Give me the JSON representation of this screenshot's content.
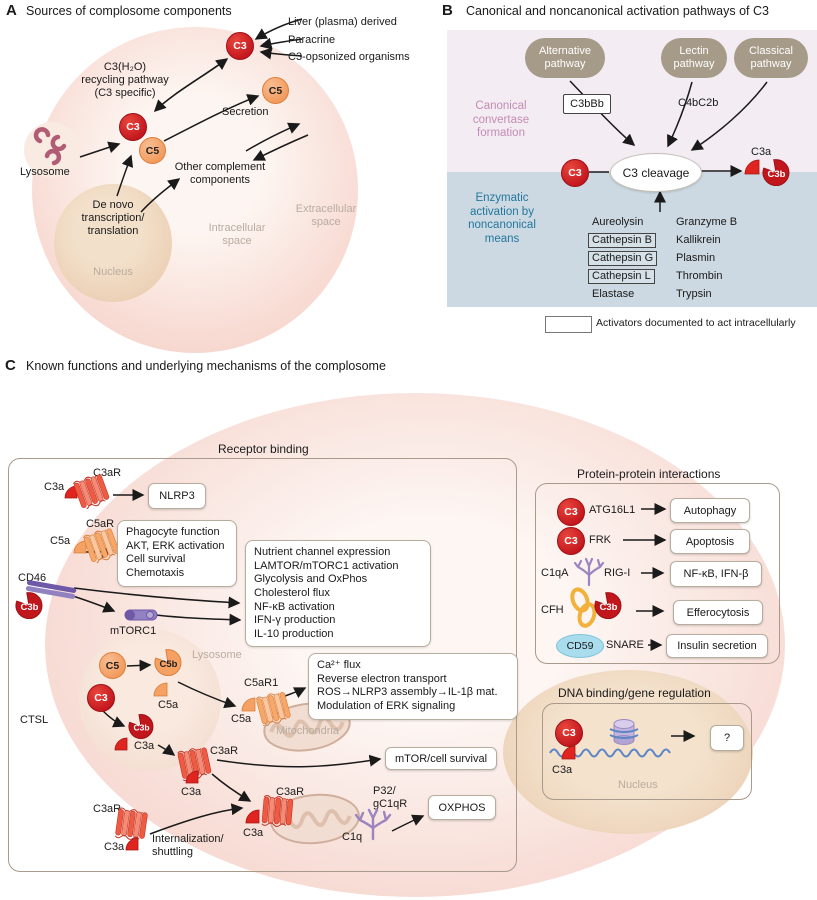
{
  "colors": {
    "red": "#c2161d",
    "orange": "#f29a5c",
    "purple": "#7b64ad",
    "teal": "#23779c",
    "mauve": "#c48cb4",
    "pathway_oval": "#a69a88",
    "blue_panel": "#cdd9e2",
    "pink_panel": "#f3ecf2",
    "yellow": "#f1b13a",
    "cd59_blue": "#a9dded",
    "dna_blue": "#5b86c5",
    "cell_pink": "#f2cbc2",
    "nucleus_tan": "#e8cbae"
  },
  "mol": {
    "c3": "C3",
    "c5": "C5",
    "c3a": "C3a",
    "c3b": "C3b",
    "c5a": "C5a",
    "c5b": "C5b"
  },
  "panelA": {
    "tag": "A",
    "title": "Sources of complosome components",
    "liver": "Liver (plasma) derived",
    "paracrine": "Paracrine",
    "opsonized": "C3-opsonized organisms",
    "recycling": "C3(H₂O)\nrecycling pathway\n(C3 specific)",
    "secretion": "Secretion",
    "lysosome": "Lysosome",
    "other": "Other complement\ncomponents",
    "denovo": "De novo\ntranscription/\ntranslation",
    "nucleus": "Nucleus",
    "intracellular": "Intracellular\nspace",
    "extracellular": "Extracellular\nspace"
  },
  "panelB": {
    "tag": "B",
    "title": "Canonical and noncanonical activation pathways of C3",
    "pathways": [
      "Alternative\npathway",
      "Lectin\npathway",
      "Classical\npathway"
    ],
    "c3bbb": "C3bBb",
    "c4bc2b": "C4bC2b",
    "canonical": "Canonical\nconvertase\nformation",
    "enzymatic": "Enzymatic\nactivation by\nnoncanonical\nmeans",
    "cleavage": "C3 cleavage",
    "enzymes_col1": [
      "Aureolysin",
      "Cathepsin B",
      "Cathepsin G",
      "Cathepsin L",
      "Elastase"
    ],
    "enzymes_col2": [
      "Granzyme B",
      "Kallikrein",
      "Plasmin",
      "Thrombin",
      "Trypsin"
    ],
    "legend": "Activators documented to act intracellularly"
  },
  "panelC": {
    "tag": "C",
    "title": "Known functions and underlying mechanisms of the complosome",
    "receptor_binding": "Receptor binding",
    "c3ar": "C3aR",
    "c5ar": "C5aR",
    "c5ar1": "C5aR1",
    "cd46": "CD46",
    "ctsl": "CTSL",
    "c1q": "C1q",
    "mtorc1": "mTORC1",
    "lysosome": "Lysosome",
    "mitochondria": "Mitochondria",
    "nucleus": "Nucleus",
    "p32": "P32/\ngC1qR",
    "internalization": "Internalization/\nshuttling",
    "boxes": {
      "nlrp3": "NLRP3",
      "phagocyte": "Phagocyte function\nAKT, ERK activation\nCell survival\nChemotaxis",
      "nutrient": "Nutrient channel expression\nLAMTOR/mTORC1 activation\nGlycolysis and OxPhos\nCholesterol flux\nNF-κB activation\nIFN-γ production\nIL-10 production",
      "ca": "Ca²⁺ flux\nReverse electron transport\nROS→NLRP3 assembly→IL-1β mat.\nModulation of ERK signaling",
      "mtor": "mTOR/cell survival",
      "oxphos": "OXPHOS",
      "question": "?"
    },
    "ppi": {
      "title": "Protein-protein interactions",
      "rows": [
        {
          "mol": "C3",
          "partner": "ATG16L1",
          "result": "Autophagy"
        },
        {
          "mol": "C3",
          "partner": "FRK",
          "result": "Apoptosis"
        },
        {
          "mol": "C1qA",
          "partner": "RIG-I",
          "result": "NF-κB, IFN-β"
        },
        {
          "mol": "CFH",
          "partner": "C3b",
          "result": "Efferocytosis"
        },
        {
          "mol": "CD59",
          "partner": "SNARE",
          "result": "Insulin secretion"
        }
      ]
    },
    "dna": {
      "title": "DNA binding/gene regulation"
    }
  }
}
